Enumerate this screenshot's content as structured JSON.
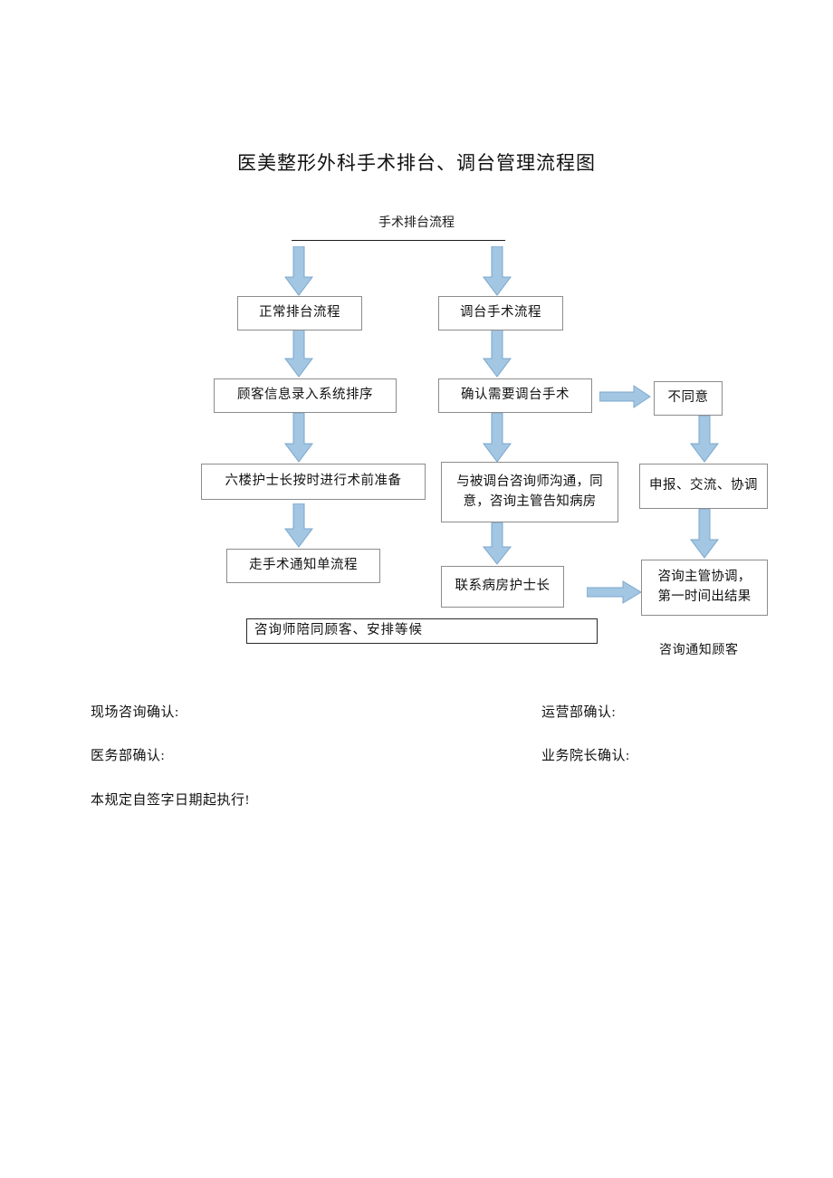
{
  "document": {
    "title": "医美整形外科手术排台、调台管理流程图",
    "subtitle": "手术排台流程"
  },
  "flow": {
    "nodes": [
      {
        "id": "normal-scheduling",
        "label": "正常排台流程"
      },
      {
        "id": "transfer-surgery",
        "label": "调台手术流程"
      },
      {
        "id": "customer-info-entry",
        "label": "顾客信息录入系统排序"
      },
      {
        "id": "confirm-transfer",
        "label": "确认需要调台手术"
      },
      {
        "id": "disagree",
        "label": "不同意"
      },
      {
        "id": "nurse-preop-prep",
        "label": "六楼护士长按时进行术前准备"
      },
      {
        "id": "communicate-consultant-line1",
        "label": "与被调台咨询师沟通，同"
      },
      {
        "id": "communicate-consultant-line2",
        "label": "意，咨询主管告知病房"
      },
      {
        "id": "report-coordinate",
        "label": "申报、交流、协调"
      },
      {
        "id": "surgery-notice-flow",
        "label": "走手术通知单流程"
      },
      {
        "id": "contact-ward-nurse",
        "label": "联系病房护士长"
      },
      {
        "id": "supervisor-coord-line1",
        "label": "咨询主管协调，"
      },
      {
        "id": "supervisor-coord-line2",
        "label": "第一时间出结果"
      },
      {
        "id": "consultant-accompany",
        "label": "咨询师陪同顾客、安排等候"
      }
    ],
    "labels": [
      {
        "id": "notify-customer",
        "label": "咨询通知顾客"
      }
    ],
    "arrow_color": "#A3C6E3",
    "arrow_border_color": "#7BA7CC",
    "box_border_color": "#8C8C8C"
  },
  "footer": {
    "signatures": [
      {
        "id": "onsite-consult",
        "label": "现场咨询确认:"
      },
      {
        "id": "operations-dept",
        "label": "运营部确认:"
      },
      {
        "id": "medical-affairs",
        "label": "医务部确认:"
      },
      {
        "id": "business-dean",
        "label": "业务院长确认:"
      }
    ],
    "note": "本规定自签字日期起执行!"
  }
}
